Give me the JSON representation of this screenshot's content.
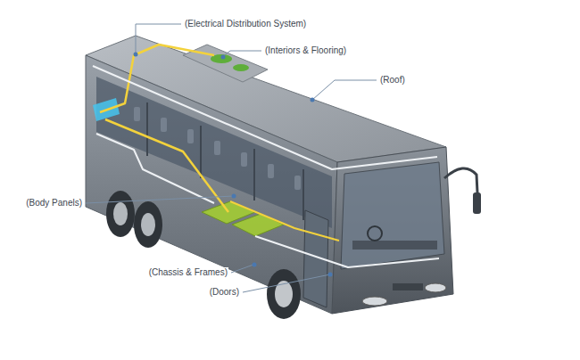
{
  "diagram": {
    "labels": [
      "(Electrical Distribution System)",
      "(Interiors & Flooring)",
      "(Roof)",
      "(Body Panels)",
      "(Chassis & Frames)",
      "(Doors)"
    ]
  }
}
